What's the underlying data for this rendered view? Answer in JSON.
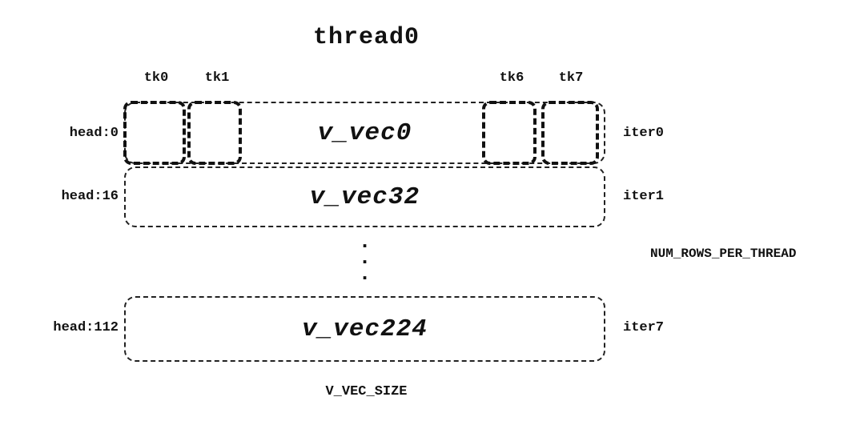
{
  "title": "thread0",
  "tk_labels": [
    "tk0",
    "tk1",
    "tk6",
    "tk7"
  ],
  "rows": [
    {
      "head": "head:0",
      "vec": "v_vec0",
      "iter": "iter0"
    },
    {
      "head": "head:16",
      "vec": "v_vec32",
      "iter": "iter1"
    },
    {
      "head": "head:112",
      "vec": "v_vec224",
      "iter": "iter7"
    }
  ],
  "ellipsis": ".\n.\n.",
  "right_label": "NUM_ROWS_PER_THREAD",
  "bottom_label": "V_VEC_SIZE",
  "colors": {
    "ink": "#111111",
    "background": "#ffffff"
  }
}
